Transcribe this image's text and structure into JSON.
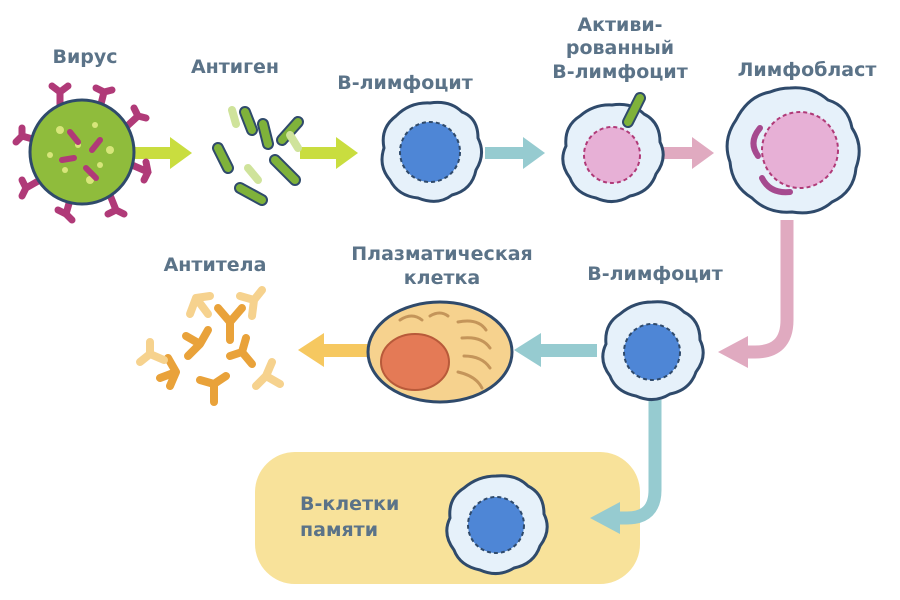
{
  "labels": {
    "virus": "Вирус",
    "antigen": "Антиген",
    "b_lymphocyte_top": "B-лимфоцит",
    "activated_line1": "Активи-",
    "activated_line2": "рованный",
    "activated_line3": "B-лимфоцит",
    "lymphoblast": "Лимфобласт",
    "antibodies": "Антитела",
    "plasma_line1": "Плазматическая",
    "plasma_line2": "клетка",
    "b_lymphocyte_mid": "B-лимфоцит",
    "memory_line1": "B-клетки",
    "memory_line2": "памяти"
  },
  "colors": {
    "label_text": "#5b7388",
    "arrow_green": "#c9dd3f",
    "arrow_teal": "#96cbd0",
    "arrow_pink": "#e0aac0",
    "arrow_orange": "#f6c860",
    "memory_box": "#f8e29a",
    "virus_body": "#8fbc3c",
    "virus_spike": "#b03a78",
    "antigen": "#7fb23a",
    "cell_membrane": "#e6f1fa",
    "cell_outline": "#2f4a6b",
    "nucleus_blue": "#4e86d6",
    "nucleus_pink": "#e7b0d6",
    "plasma_body": "#f6d28e",
    "plasma_nucleus": "#e47a56",
    "antibody": "#f0b44a"
  }
}
